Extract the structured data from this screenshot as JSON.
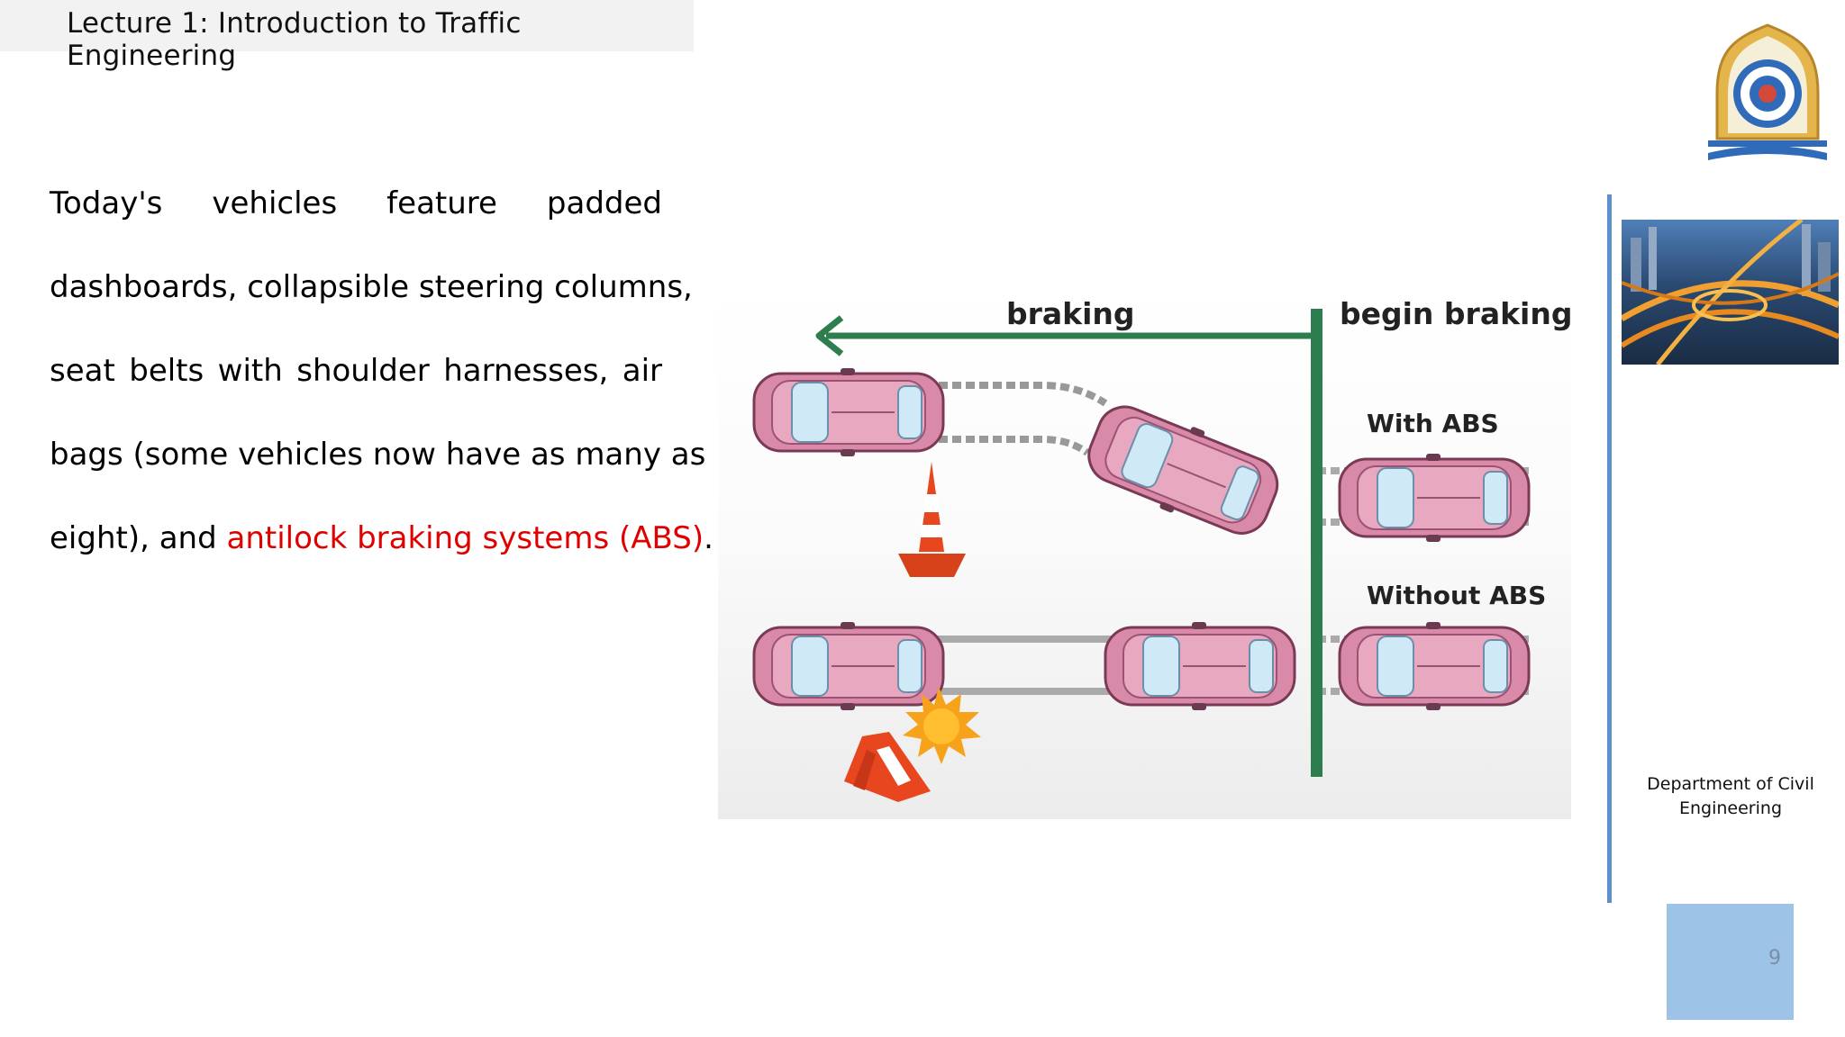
{
  "header": {
    "title": "Lecture 1: Introduction to Traffic Engineering"
  },
  "body": {
    "lines": [
      "Today's vehicles feature padded",
      "dashboards, collapsible steering columns,",
      "seat belts with shoulder harnesses, air",
      "bags (some vehicles now have as many as"
    ],
    "last_line_prefix": "eight), and ",
    "last_line_highlight": "antilock braking systems (ABS)",
    "last_line_suffix": "."
  },
  "figure": {
    "label_braking": "braking",
    "label_begin_braking": "begin braking",
    "label_with_abs": "With ABS",
    "label_without_abs": "Without ABS"
  },
  "sidebar": {
    "department": "Department of Civil Engineering",
    "page_number": "9"
  },
  "colors": {
    "highlight": "#e00000",
    "divider": "#5b8fd0",
    "page_box": "#9dc3e6",
    "arrow_green": "#2e7d4f",
    "car_pink": "#d98aa8",
    "cone_orange": "#e8461e"
  }
}
